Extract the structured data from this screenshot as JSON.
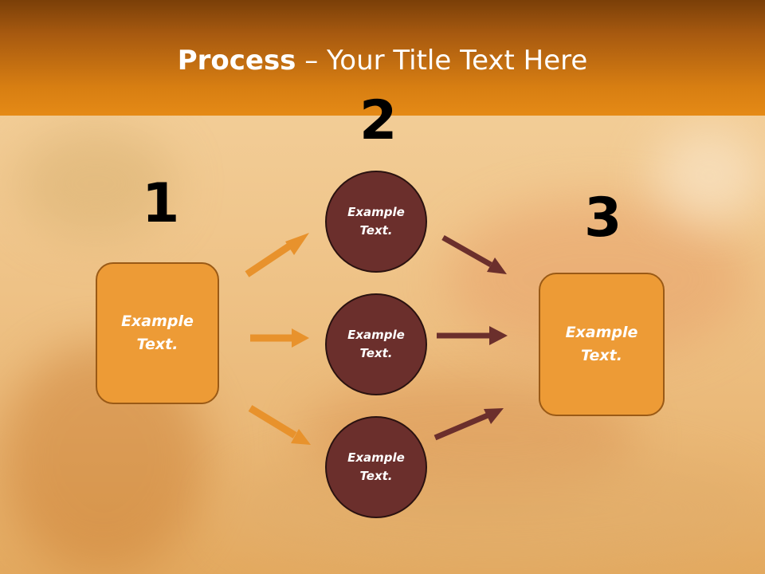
{
  "slide": {
    "title_bold": "Process",
    "title_rest": " – Your Title Text Here",
    "numbers": [
      "1",
      "2",
      "3"
    ],
    "left_box": {
      "line1": "Example",
      "line2": "Text."
    },
    "circles": [
      {
        "line1": "Example",
        "line2": "Text."
      },
      {
        "line1": "Example",
        "line2": "Text."
      },
      {
        "line1": "Example",
        "line2": "Text."
      }
    ],
    "right_box": {
      "line1": "Example",
      "line2": "Text."
    }
  },
  "colors": {
    "header": "#e58a16",
    "box_fill": "#ed9b36",
    "circle_fill": "#6b2f2c",
    "orange_arrow": "#e8922c",
    "brown_arrow": "#6b2f2c"
  }
}
